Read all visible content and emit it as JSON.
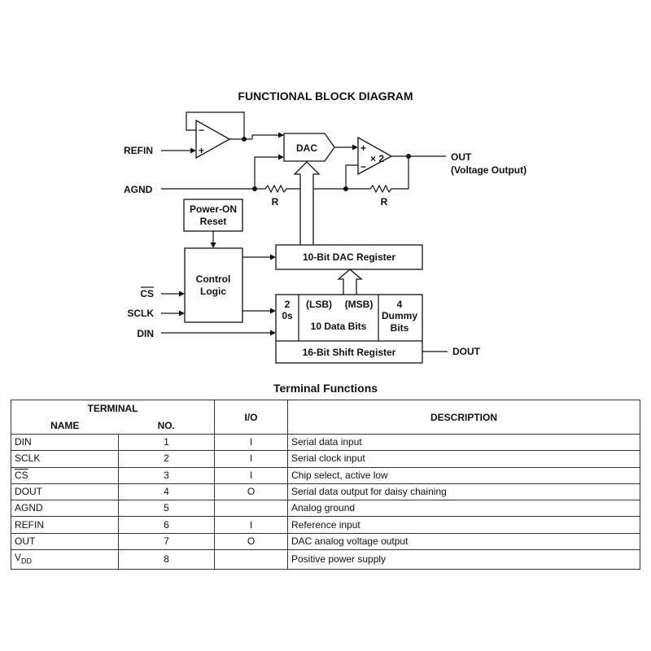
{
  "diagram": {
    "title": "FUNCTIONAL BLOCK DIAGRAM",
    "op1_minus": "−",
    "op1_plus": "+",
    "op2_plus": "+",
    "op2_minus": "−",
    "op2_gain": "× 2",
    "dac": "DAC",
    "refin": "REFIN",
    "agnd": "AGND",
    "out": "OUT",
    "out_sub": "(Voltage Output)",
    "r1": "R",
    "r2": "R",
    "power_on_1": "Power-ON",
    "power_on_2": "Reset",
    "control_1": "Control",
    "control_2": "Logic",
    "cs": "CS",
    "sclk": "SCLK",
    "din": "DIN",
    "dout": "DOUT",
    "dac_register": "10-Bit DAC Register",
    "sr_zero_1": "2",
    "sr_zero_2": "0s",
    "sr_lsb": "(LSB)",
    "sr_msb": "(MSB)",
    "sr_data": "10 Data Bits",
    "sr_dummy_1": "4",
    "sr_dummy_2": "Dummy",
    "sr_dummy_3": "Bits",
    "shift_register": "16-Bit Shift Register"
  },
  "table": {
    "title": "Terminal Functions",
    "hdr_terminal": "TERMINAL",
    "hdr_name": "NAME",
    "hdr_no": "NO.",
    "hdr_io": "I/O",
    "hdr_desc": "DESCRIPTION",
    "rows": [
      {
        "name": "DIN",
        "no": "1",
        "io": "I",
        "desc": "Serial data input"
      },
      {
        "name": "SCLK",
        "no": "2",
        "io": "I",
        "desc": "Serial clock input"
      },
      {
        "name": "CS",
        "no": "3",
        "io": "I",
        "desc": "Chip select, active low"
      },
      {
        "name": "DOUT",
        "no": "4",
        "io": "O",
        "desc": "Serial data output for daisy chaining"
      },
      {
        "name": "AGND",
        "no": "5",
        "io": "",
        "desc": "Analog ground"
      },
      {
        "name": "REFIN",
        "no": "6",
        "io": "I",
        "desc": "Reference input"
      },
      {
        "name": "OUT",
        "no": "7",
        "io": "O",
        "desc": "DAC analog voltage output"
      },
      {
        "name": "V",
        "name_sub": "DD",
        "no": "8",
        "io": "",
        "desc": "Positive power supply"
      }
    ]
  }
}
